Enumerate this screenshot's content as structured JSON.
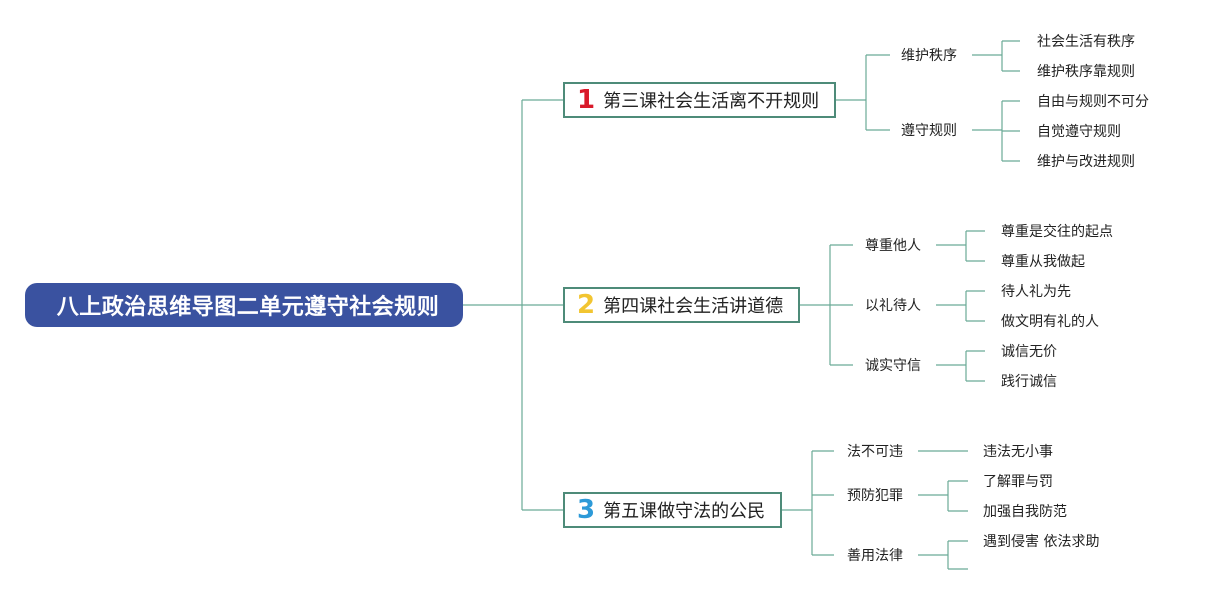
{
  "root": {
    "title": "八上政治思维导图二单元遵守社会规则"
  },
  "lessons": [
    {
      "number": "1",
      "number_color": "#d91a2a",
      "title": "第三课社会生活离不开规则",
      "topics": [
        {
          "label": "维护秩序",
          "items": [
            "社会生活有秩序",
            "维护秩序靠规则"
          ]
        },
        {
          "label": "遵守规则",
          "items": [
            "自由与规则不可分",
            "自觉遵守规则",
            "维护与改进规则"
          ]
        }
      ]
    },
    {
      "number": "2",
      "number_color": "#f2c531",
      "title": "第四课社会生活讲道德",
      "topics": [
        {
          "label": "尊重他人",
          "items": [
            "尊重是交往的起点",
            "尊重从我做起"
          ]
        },
        {
          "label": "以礼待人",
          "items": [
            "待人礼为先",
            "做文明有礼的人"
          ]
        },
        {
          "label": "诚实守信",
          "items": [
            "诚信无价",
            "践行诚信"
          ]
        }
      ]
    },
    {
      "number": "3",
      "number_color": "#2d9ad8",
      "title": "第五课做守法的公民",
      "topics": [
        {
          "label": "法不可违",
          "items": [
            "违法无小事"
          ]
        },
        {
          "label": "预防犯罪",
          "items": [
            "了解罪与罚",
            "加强自我防范"
          ]
        },
        {
          "label": "善用法律",
          "items": [
            "遇到侵害 依法求助",
            ""
          ]
        }
      ]
    }
  ],
  "colors": {
    "connector": "#6aaa96",
    "root_bg": "#3a52a0",
    "lesson_border": "#4e8b79"
  }
}
